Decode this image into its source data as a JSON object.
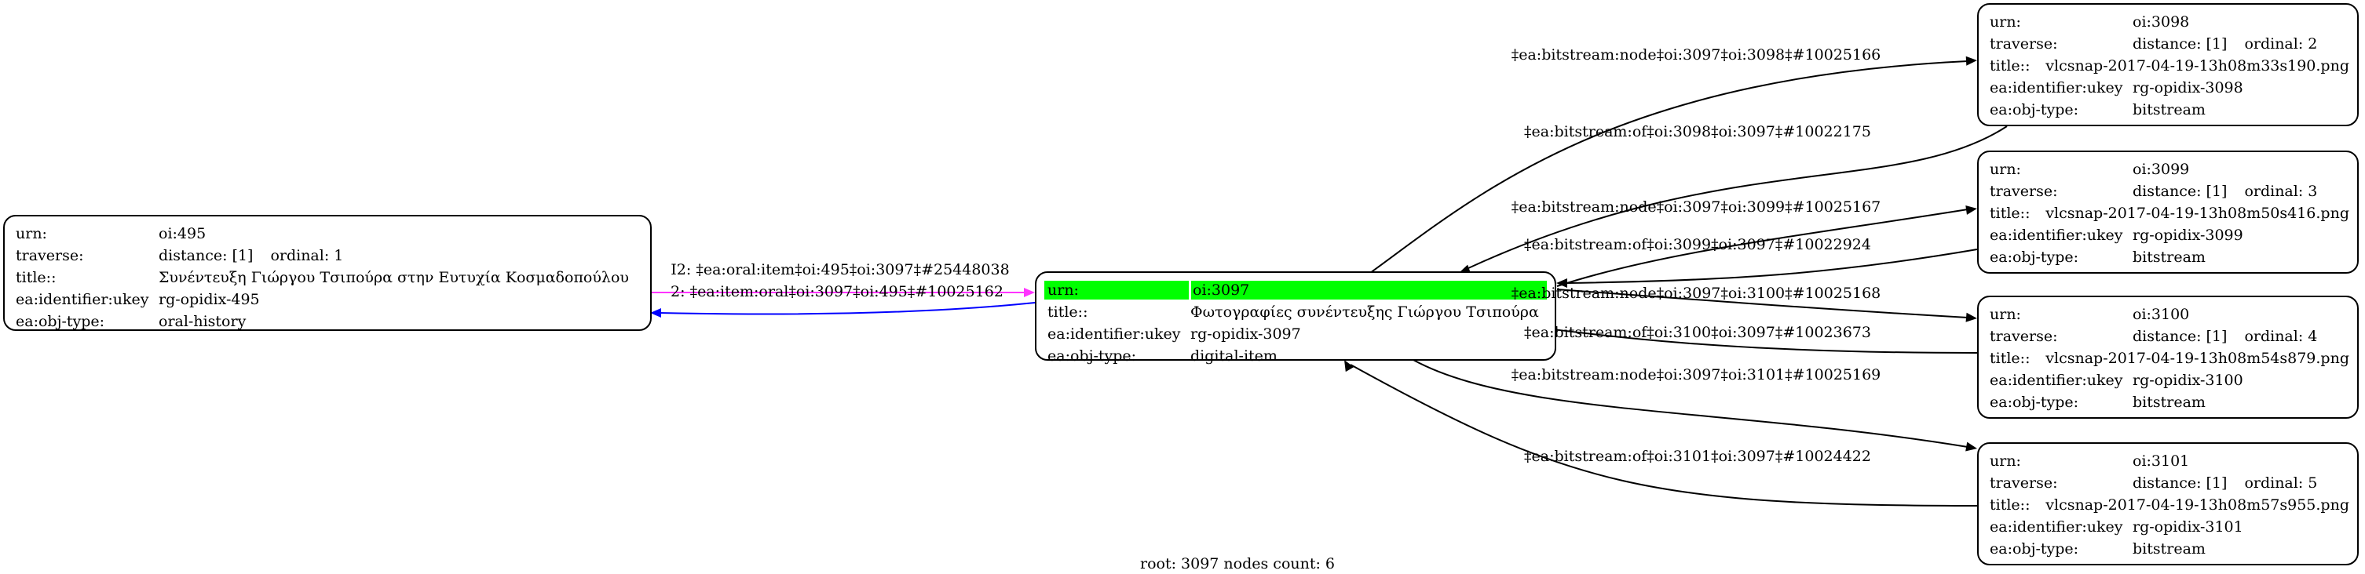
{
  "nodes": [
    {
      "id": "n495",
      "rows": [
        [
          "urn:",
          "oi:495"
        ],
        [
          "traverse:",
          "distance: [1]",
          "ordinal: 1"
        ],
        [
          "title::",
          "Συνέντευξη Γιώργου Τσιπούρα στην Ευτυχία Κοσμαδοπούλου"
        ],
        [
          "ea:identifier:ukey",
          "rg-opidix-495"
        ],
        [
          "ea:obj-type:",
          "oral-history"
        ]
      ]
    },
    {
      "id": "n3097",
      "highlight": "#00ff00",
      "rows": [
        [
          "urn:",
          "oi:3097"
        ],
        [
          "title::",
          "Φωτογραφίες συνέντευξης Γιώργου Τσιπούρα"
        ],
        [
          "ea:identifier:ukey",
          "rg-opidix-3097"
        ],
        [
          "ea:obj-type:",
          "digital-item"
        ]
      ]
    },
    {
      "id": "n3098",
      "rows": [
        [
          "urn:",
          "oi:3098"
        ],
        [
          "traverse:",
          "distance: [1]",
          "ordinal: 2"
        ],
        [
          "title::",
          "vlcsnap-2017-04-19-13h08m33s190.png"
        ],
        [
          "ea:identifier:ukey",
          "rg-opidix-3098"
        ],
        [
          "ea:obj-type:",
          "bitstream"
        ]
      ]
    },
    {
      "id": "n3099",
      "rows": [
        [
          "urn:",
          "oi:3099"
        ],
        [
          "traverse:",
          "distance: [1]",
          "ordinal: 3"
        ],
        [
          "title::",
          "vlcsnap-2017-04-19-13h08m50s416.png"
        ],
        [
          "ea:identifier:ukey",
          "rg-opidix-3099"
        ],
        [
          "ea:obj-type:",
          "bitstream"
        ]
      ]
    },
    {
      "id": "n3100",
      "rows": [
        [
          "urn:",
          "oi:3100"
        ],
        [
          "traverse:",
          "distance: [1]",
          "ordinal: 4"
        ],
        [
          "title::",
          "vlcsnap-2017-04-19-13h08m54s879.png"
        ],
        [
          "ea:identifier:ukey",
          "rg-opidix-3100"
        ],
        [
          "ea:obj-type:",
          "bitstream"
        ]
      ]
    },
    {
      "id": "n3101",
      "rows": [
        [
          "urn:",
          "oi:3101"
        ],
        [
          "traverse:",
          "distance: [1]",
          "ordinal: 5"
        ],
        [
          "title::",
          "vlcsnap-2017-04-19-13h08m57s955.png"
        ],
        [
          "ea:identifier:ukey",
          "rg-opidix-3101"
        ],
        [
          "ea:obj-type:",
          "bitstream"
        ]
      ]
    }
  ],
  "edges": [
    {
      "label": "I2: ‡ea:oral:item‡oi:495‡oi:3097‡#25448038",
      "color": "#ff33ff"
    },
    {
      "label": "2: ‡ea:item:oral‡oi:3097‡oi:495‡#10025162",
      "color": "#0000ff"
    },
    {
      "label": "‡ea:bitstream:node‡oi:3097‡oi:3098‡#10025166",
      "color": "#000000"
    },
    {
      "label": "‡ea:bitstream:of‡oi:3098‡oi:3097‡#10022175",
      "color": "#000000"
    },
    {
      "label": "‡ea:bitstream:node‡oi:3097‡oi:3099‡#10025167",
      "color": "#000000"
    },
    {
      "label": "‡ea:bitstream:of‡oi:3099‡oi:3097‡#10022924",
      "color": "#000000"
    },
    {
      "label": "‡ea:bitstream:node‡oi:3097‡oi:3100‡#10025168",
      "color": "#000000"
    },
    {
      "label": "‡ea:bitstream:of‡oi:3100‡oi:3097‡#10023673",
      "color": "#000000"
    },
    {
      "label": "‡ea:bitstream:node‡oi:3097‡oi:3101‡#10025169",
      "color": "#000000"
    },
    {
      "label": "‡ea:bitstream:of‡oi:3101‡oi:3097‡#10024422",
      "color": "#000000"
    }
  ],
  "footer": "root: 3097 nodes count: 6"
}
